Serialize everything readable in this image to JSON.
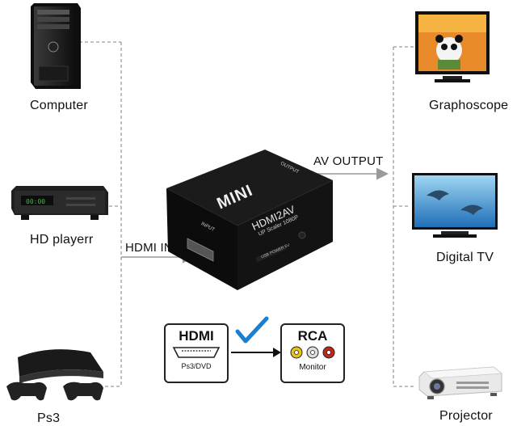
{
  "left_devices": {
    "computer": "Computer",
    "hd_player": "HD playerr",
    "ps3": "Ps3"
  },
  "right_devices": {
    "graphoscope": "Graphoscope",
    "digital_tv": "Digital TV",
    "projector": "Projector"
  },
  "connections": {
    "hdmi_input": "HDMI INPUT",
    "av_output": "AV OUTPUT"
  },
  "converter": {
    "brand": "MINI",
    "model": "HDMI2AV",
    "subtitle": "UP Scaler 1080P",
    "input_port": "INPUT",
    "output_port": "OUTPUT",
    "power_label": "USB POWER 5V"
  },
  "conversion": {
    "from_title": "HDMI",
    "from_sub": "Ps3/DVD",
    "to_title": "RCA",
    "to_sub": "Monitor"
  },
  "colors": {
    "line": "#888888",
    "arrow": "#999999",
    "check": "#1a7fd0",
    "rca_yellow": "#e8c21a",
    "rca_white": "#dddddd",
    "rca_red": "#c0271b",
    "device_dark": "#1b1b1b"
  }
}
